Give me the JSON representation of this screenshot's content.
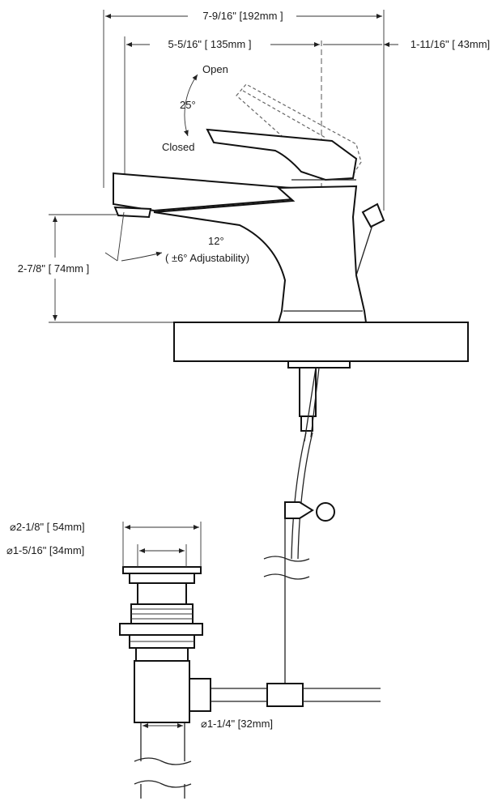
{
  "dimensions": {
    "overall_width": "7-9/16\" [192mm ]",
    "spout_reach": "5-5/16\" [ 135mm ]",
    "handle_offset": "1-11/16\" [ 43mm]",
    "spout_height": "2-7/8\" [ 74mm ]",
    "flange_dia": "⌀2-1/8\" [ 54mm]",
    "opening_dia": "⌀1-5/16\" [34mm]",
    "tail_dia": "⌀1-1/4\" [32mm]"
  },
  "handle": {
    "open_label": "Open",
    "angle_label": "25°",
    "closed_label": "Closed"
  },
  "spout": {
    "tilt_angle": "12°",
    "adjust_label": "( ±6°  Adjustability)"
  }
}
